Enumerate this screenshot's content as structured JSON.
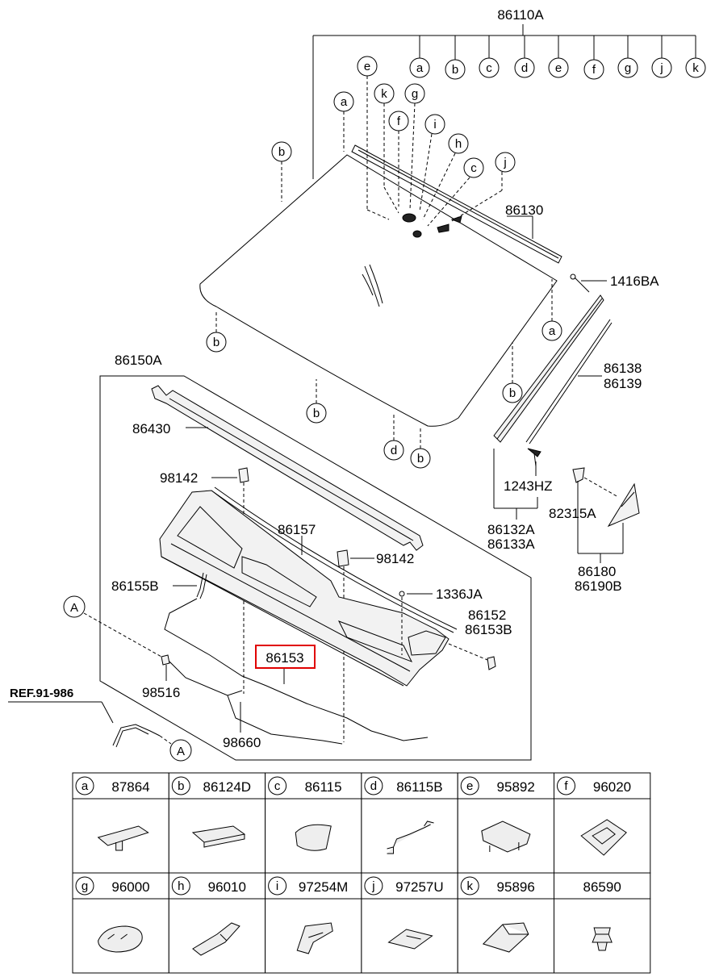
{
  "labels": {
    "p86110A": "86110A",
    "p86130": "86130",
    "p1416BA": "1416BA",
    "p86150A": "86150A",
    "p86430": "86430",
    "p98142a": "98142",
    "p98142b": "98142",
    "p86157": "86157",
    "p86155B": "86155B",
    "p1336JA": "1336JA",
    "p86152": "86152",
    "p86153B": "86153B",
    "p86153": "86153",
    "p98516": "98516",
    "p98660": "98660",
    "ref": "REF.91-986",
    "p86138": "86138",
    "p86139": "86139",
    "p1243HZ": "1243HZ",
    "p82315A": "82315A",
    "p86132A": "86132A",
    "p86133A": "86133A",
    "p86180": "86180",
    "p86190B": "86190B"
  },
  "callouts": {
    "top_row": [
      "a",
      "b",
      "c",
      "d",
      "e",
      "f",
      "g",
      "j",
      "k"
    ],
    "glass_e": "e",
    "glass_k": "k",
    "glass_g": "g",
    "glass_f": "f",
    "glass_i": "i",
    "glass_h": "h",
    "glass_c": "c",
    "glass_j": "j",
    "glass_a1": "a",
    "glass_a2": "a",
    "glass_b1": "b",
    "glass_b2": "b",
    "glass_b3": "b",
    "glass_b4": "b",
    "glass_b5": "b",
    "glass_d": "d",
    "conn_A1": "A",
    "conn_A2": "A"
  },
  "highlight_color": "#e00000",
  "parts_table": [
    {
      "letter": "a",
      "part": "87864",
      "icon": "clip-icon"
    },
    {
      "letter": "b",
      "part": "86124D",
      "icon": "strip-icon"
    },
    {
      "letter": "c",
      "part": "86115",
      "icon": "pad-icon"
    },
    {
      "letter": "d",
      "part": "86115B",
      "icon": "wire-harness-icon"
    },
    {
      "letter": "e",
      "part": "95892",
      "icon": "bracket-icon"
    },
    {
      "letter": "f",
      "part": "96020",
      "icon": "sensor-cover-icon"
    },
    {
      "letter": "g",
      "part": "96000",
      "icon": "rain-sensor-icon"
    },
    {
      "letter": "h",
      "part": "96010",
      "icon": "mount-bracket-icon"
    },
    {
      "letter": "i",
      "part": "97254M",
      "icon": "housing-icon"
    },
    {
      "letter": "j",
      "part": "97257U",
      "icon": "module-icon"
    },
    {
      "letter": "k",
      "part": "95896",
      "icon": "cover-icon"
    },
    {
      "letter": "",
      "part": "86590",
      "icon": "fastener-icon"
    }
  ]
}
